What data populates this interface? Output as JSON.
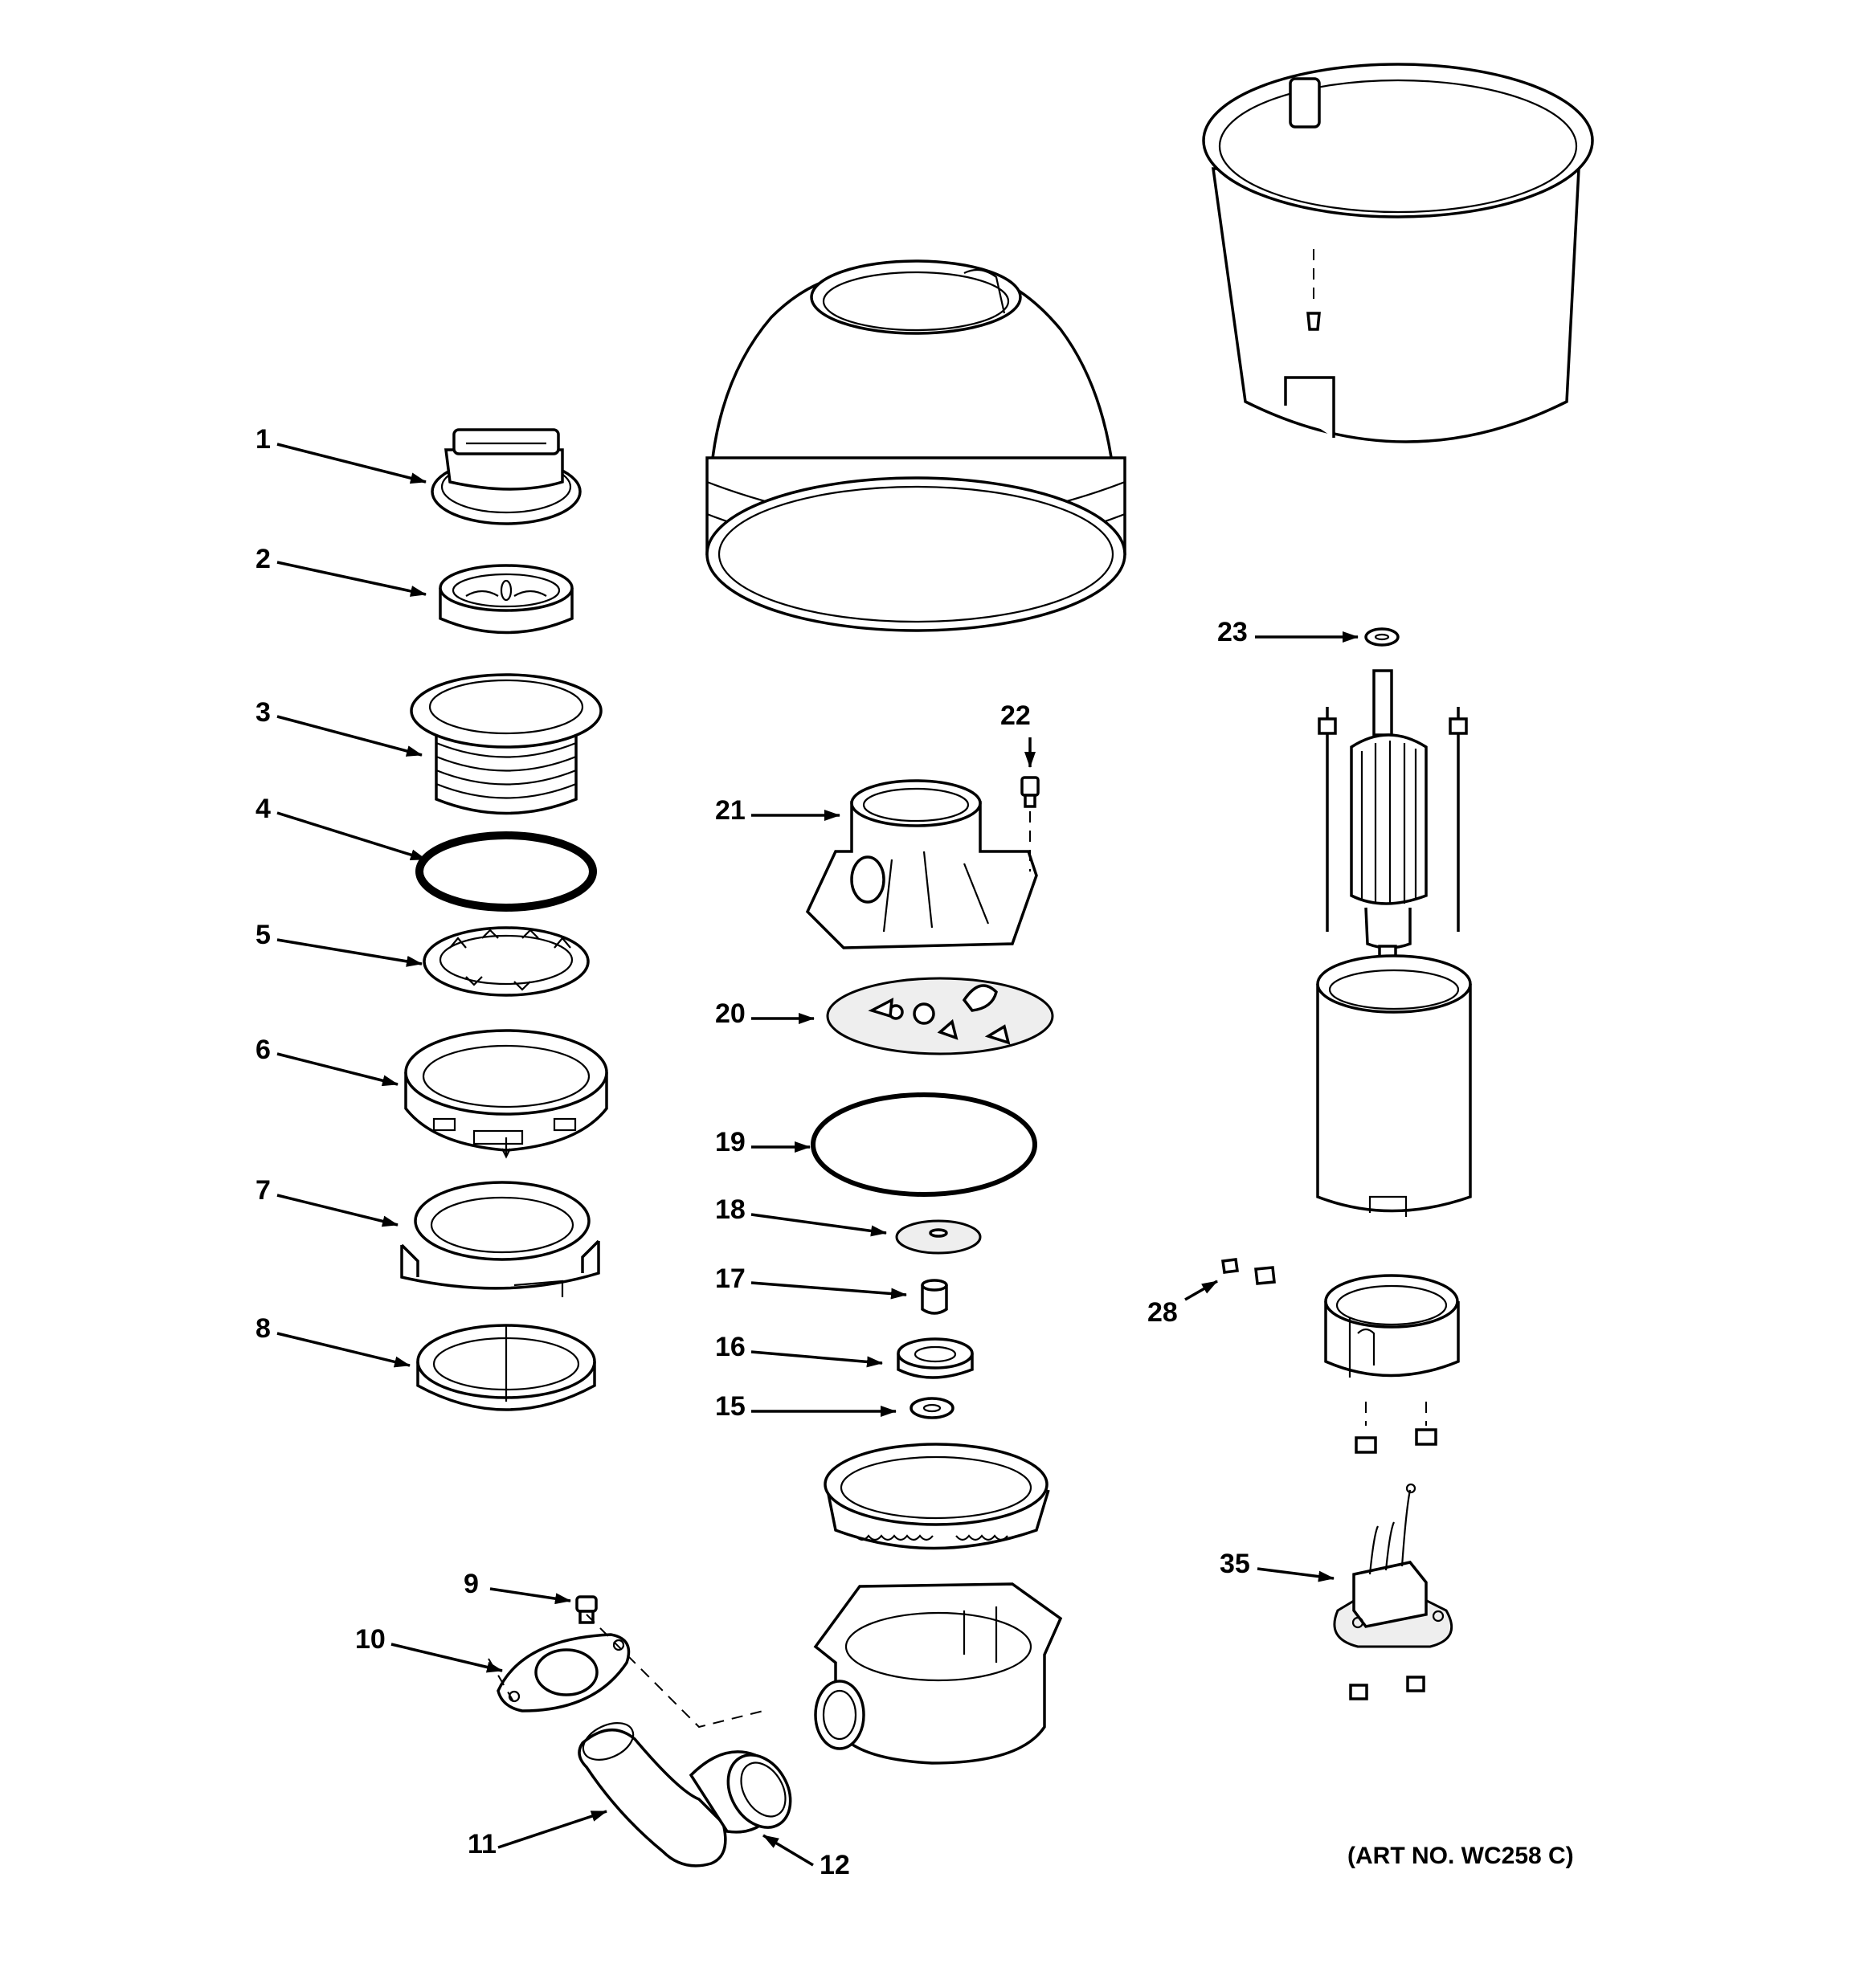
{
  "diagram": {
    "callouts": [
      {
        "id": "c1",
        "label": "1"
      },
      {
        "id": "c2",
        "label": "2"
      },
      {
        "id": "c3",
        "label": "3"
      },
      {
        "id": "c4",
        "label": "4"
      },
      {
        "id": "c5",
        "label": "5"
      },
      {
        "id": "c6",
        "label": "6"
      },
      {
        "id": "c7",
        "label": "7"
      },
      {
        "id": "c8",
        "label": "8"
      },
      {
        "id": "c9",
        "label": "9"
      },
      {
        "id": "c10",
        "label": "10"
      },
      {
        "id": "c11",
        "label": "11"
      },
      {
        "id": "c12",
        "label": "12"
      },
      {
        "id": "c15",
        "label": "15"
      },
      {
        "id": "c16",
        "label": "16"
      },
      {
        "id": "c17",
        "label": "17"
      },
      {
        "id": "c18",
        "label": "18"
      },
      {
        "id": "c19",
        "label": "19"
      },
      {
        "id": "c20",
        "label": "20"
      },
      {
        "id": "c21",
        "label": "21"
      },
      {
        "id": "c22",
        "label": "22"
      },
      {
        "id": "c23",
        "label": "23"
      },
      {
        "id": "c28",
        "label": "28"
      },
      {
        "id": "c35",
        "label": "35"
      }
    ],
    "art_number": "(ART NO. WC258 C)"
  }
}
